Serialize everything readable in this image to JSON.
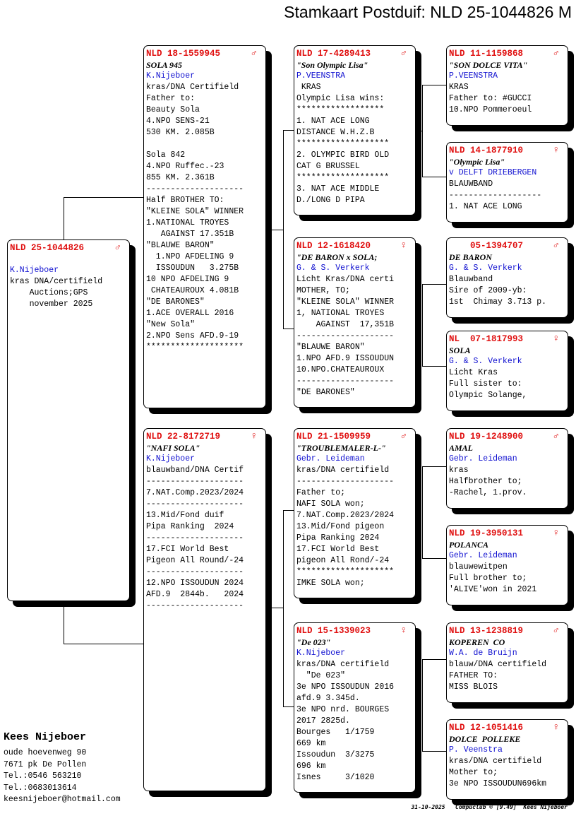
{
  "title": "Stamkaart Postduif: NLD 25-1044826 M",
  "cards": {
    "subject": {
      "ring": "NLD 25-1044826",
      "sex": "♂",
      "name": "",
      "owner": "K.Nijeboer",
      "lines": [
        "kras DNA/certifield",
        "    Auctions;GPS",
        "    november 2025"
      ]
    },
    "father": {
      "ring": "NLD 18-1559945",
      "sex": "♂",
      "name": "SOLA 945",
      "owner": "K.Nijeboer",
      "lines": [
        "kras/DNA Certifield",
        "Father to:",
        "Beauty Sola",
        "4.NPO SENS-21",
        "530 KM. 2.085B",
        "",
        "Sola 842",
        "4.NPO Ruffec.-23",
        "855 KM. 2.361B",
        "--------------------",
        "Half BROTHER TO:",
        "\"KLEINE SOLA\" WINNER",
        "1.NATIONAL TROYES",
        "   AGAINST 17.351B",
        "\"BLAUWE BARON\"",
        "  1.NPO AFDELING 9",
        "  ISSOUDUN   3.275B",
        "10 NPO AFDELING 9",
        " CHATEAUROUX 4.081B",
        "\"DE BARONES\"",
        "1.ACE OVERALL 2016",
        "\"New Sola\"",
        "2.NPO Sens AFD.9-19",
        "********************"
      ]
    },
    "mother": {
      "ring": "NLD 22-8172719",
      "sex": "♀",
      "name": "\"NAFI SOLA\"",
      "owner": "K.Nijeboer",
      "lines": [
        "blauwband/DNA Certif",
        "--------------------",
        "7.NAT.Comp.2023/2024",
        "--------------------",
        "13.Mid/Fond duif",
        "Pipa Ranking  2024",
        "--------------------",
        "17.FCI World Best",
        "Pigeon All Round/-24",
        "--------------------",
        "12.NPO ISSOUDUN 2024",
        "AFD.9  2844b.   2024",
        "--------------------"
      ]
    },
    "ff": {
      "ring": "NLD 17-4289413",
      "sex": "♂",
      "name": "\"Son Olympic Lisa\"",
      "owner": "P.VEENSTRA",
      "lines": [
        " KRAS",
        "Olympic Lisa wins:",
        "******************",
        "1. NAT ACE LONG",
        "DISTANCE W.H.Z.B",
        "*******************",
        "2. OLYMPIC BIRD OLD",
        "CAT G BRUSSEL",
        "*******************",
        "3. NAT ACE MIDDLE",
        "D./LONG D PIPA"
      ]
    },
    "fm": {
      "ring": "NLD 12-1618420",
      "sex": "♀",
      "name": "\"DE BARON x SOLA;",
      "owner": "G. & S. Verkerk",
      "lines": [
        "Licht Kras/DNA certi",
        "MOTHER, TO;",
        "\"KLEINE SOLA\" WINNER",
        "1, NATIONAL TROYES",
        "    AGAINST  17,351B",
        "--------------------",
        "\"BLAUWE BARON\"",
        "1.NPO AFD.9 ISSOUDUN",
        "10.NPO.CHATEAUROUX",
        "--------------------",
        "\"DE BARONES\""
      ]
    },
    "mf": {
      "ring": "NLD 21-1509959",
      "sex": "♂",
      "name": "\"TROUBLEMALER-L-\"",
      "owner": "Gebr. Leideman",
      "lines": [
        "kras/DNA certifield",
        "--------------------",
        "Father to;",
        "NAFI SOLA won;",
        "7.NAT.Comp.2023/2024",
        "13.Mid/Fond pigeon",
        "Pipa Ranking 2024",
        "17.FCI World Best",
        "pigeon All Rond/-24",
        "********************",
        "IMKE SOLA won;"
      ]
    },
    "mm": {
      "ring": "NLD 15-1339023",
      "sex": "♀",
      "name": "\"De 023\"",
      "owner": "K.Nijeboer",
      "lines": [
        "kras/DNA certifield",
        "  \"De 023\"",
        "3e NPO ISSOUDUN 2016",
        "afd.9 3.345d.",
        "3e NPO nrd. BOURGES",
        "2017 2825d.",
        "Bourges   1/1759",
        "669 km",
        "Issoudun  3/3275",
        "696 km",
        "Isnes     3/1020"
      ]
    },
    "fff": {
      "ring": "NLD 11-1159868",
      "sex": "♂",
      "name": "\"SON DOLCE VITA\"",
      "owner": "P.VEENSTRA",
      "lines": [
        "KRAS",
        "Father to: #GUCCI",
        "10.NPO Pommeroeul"
      ]
    },
    "ffm": {
      "ring": "NLD 14-1877910",
      "sex": "♀",
      "name": "\"Olympic Lisa\"",
      "owner": "v DELFT DRIEBERGEN",
      "lines": [
        "BLAUWBAND",
        "-------------------",
        "1. NAT ACE LONG"
      ]
    },
    "fmf": {
      "ring": "    05-1394707",
      "sex": "♂",
      "name": "DE BARON",
      "owner": "G. & S. Verkerk",
      "lines": [
        "Blauwband",
        "Sire of 2009-yb:",
        "1st  Chimay 3.713 p."
      ]
    },
    "fmm": {
      "ring": "NL  07-1817993",
      "sex": "♀",
      "name": "SOLA",
      "owner": "G. & S. Verkerk",
      "lines": [
        "Licht Kras",
        "Full sister to:",
        "Olympic Solange,"
      ]
    },
    "mff": {
      "ring": "NLD 19-1248900",
      "sex": "♂",
      "name": "AMAL",
      "owner": "Gebr. Leideman",
      "lines": [
        "kras",
        "Halfbrother to;",
        "-Rachel, 1.prov."
      ]
    },
    "mfm": {
      "ring": "NLD 19-3950131",
      "sex": "♀",
      "name": "POLANCA",
      "owner": "Gebr. Leideman",
      "lines": [
        "blauwewitpen",
        "Full brother to;",
        "'ALIVE'won in 2021"
      ]
    },
    "mmf": {
      "ring": "NLD 13-1238819",
      "sex": "♂",
      "name": "KOPEREN  CO",
      "owner": "W.A. de Bruijn",
      "lines": [
        "blauw/DNA certifield",
        "FATHER TO:",
        "MISS BLOIS"
      ]
    },
    "mmm": {
      "ring": "NLD 12-1051416",
      "sex": "♀",
      "name": "DOLCE  POLLEKE",
      "owner": "P. Veenstra",
      "lines": [
        "kras/DNA certifield",
        "Mother to;",
        "3e NPO ISSOUDUN696km"
      ]
    }
  },
  "breeder": {
    "name": "Kees Nijeboer",
    "address": "oude hoevenweg 90",
    "city": "7671 pk  De Pollen",
    "phone1": "Tel.:0546 563210",
    "phone2": "Tel.:0683013614",
    "email": "keesnijeboer@hotmail.com"
  },
  "footer": "31-10-2025   Compuclub © [9.49]  Kees Nijeboer"
}
